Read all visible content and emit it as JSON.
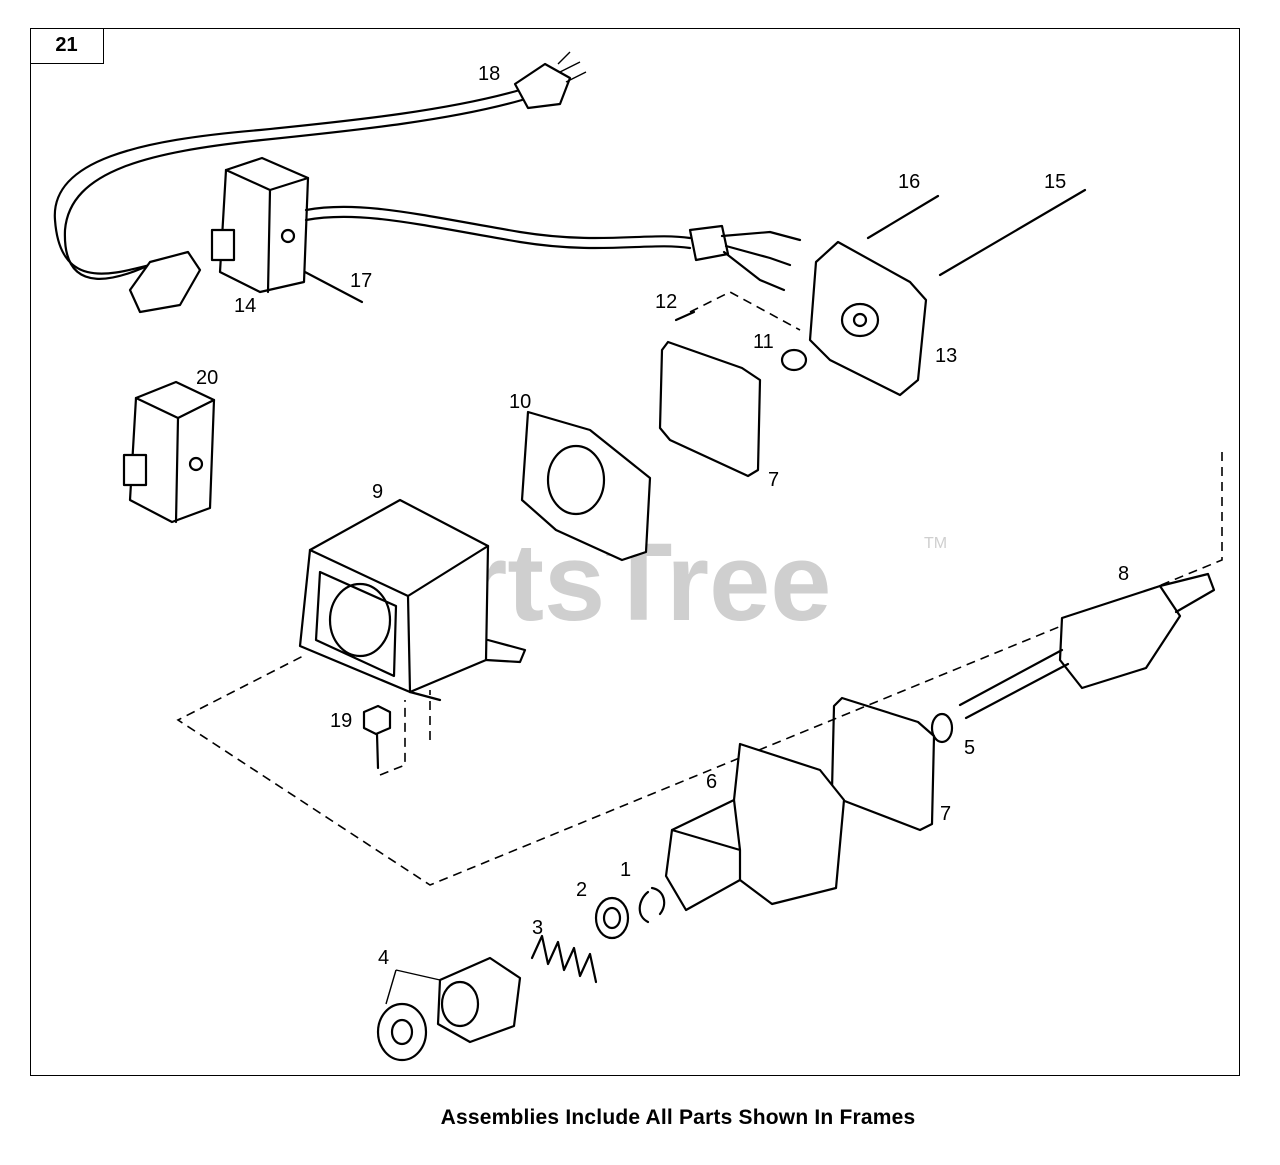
{
  "figure_number": "21",
  "watermark": {
    "text": "PartsTree",
    "trademark": "TM"
  },
  "caption": "Assemblies Include All Parts Shown In Frames",
  "callouts": {
    "p1": "1",
    "p2": "2",
    "p3": "3",
    "p4": "4",
    "p5": "5",
    "p6": "6",
    "p7a": "7",
    "p7b": "7",
    "p8": "8",
    "p9": "9",
    "p10": "10",
    "p11": "11",
    "p12": "12",
    "p13": "13",
    "p14": "14",
    "p15": "15",
    "p16": "16",
    "p17": "17",
    "p18": "18",
    "p19": "19",
    "p20": "20"
  }
}
